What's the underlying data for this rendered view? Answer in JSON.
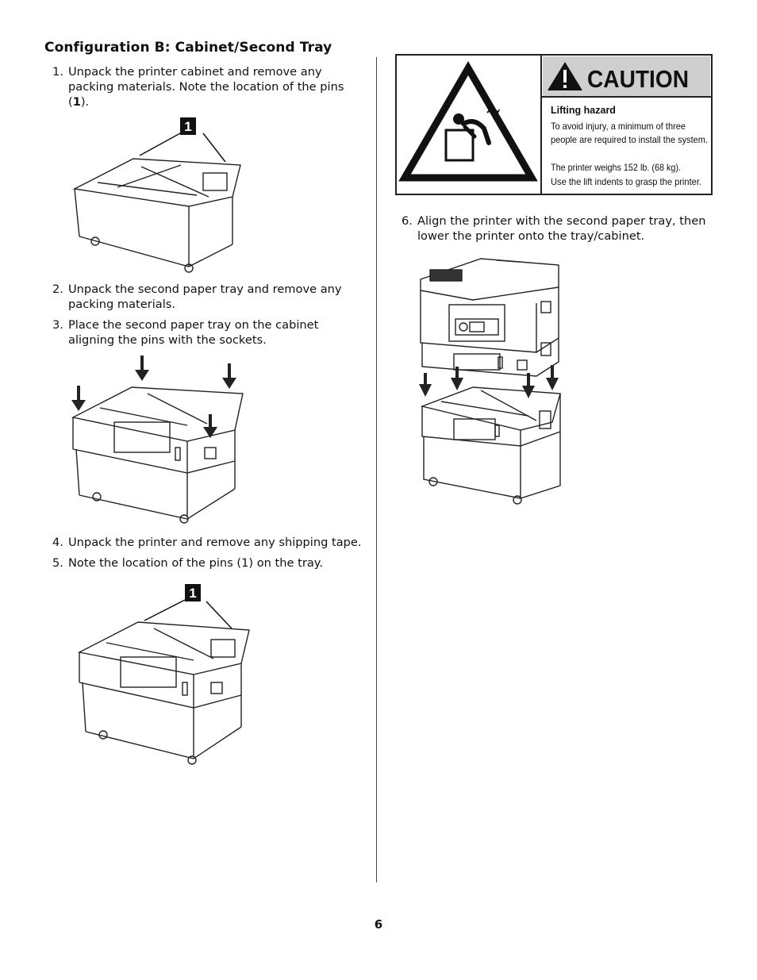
{
  "page": {
    "heading": "Configuration B: Cabinet/Second Tray",
    "page_number": "6"
  },
  "steps": [
    {
      "num": "1.",
      "text_a": "Unpack the printer cabinet and remove any packing materials. Note the location of the pins (",
      "text_bold": "1",
      "text_b": ")."
    },
    {
      "num": "2.",
      "text": "Unpack the second paper tray and remove any packing materials."
    },
    {
      "num": "3.",
      "text": "Place the second paper tray on the cabinet aligning the pins with the sockets."
    },
    {
      "num": "4.",
      "text": "Unpack the printer and remove any shipping tape."
    },
    {
      "num": "5.",
      "text": "Note the location of the pins (1) on the tray."
    },
    {
      "num": "6.",
      "text": "Align the printer with the second paper tray, then lower the printer onto the tray/cabinet."
    }
  ],
  "callouts": {
    "fig1": "1",
    "fig3": "1"
  },
  "caution": {
    "title": "CAUTION",
    "subtitle": "Lifting hazard",
    "line1": "To avoid injury, a minimum of three",
    "line2": "people are required to install the system.",
    "line3": "The printer weighs 152 lb. (68 kg).",
    "line4": "Use the lift indents to grasp the printer."
  },
  "icons": {
    "warning": "exclamation-triangle-icon",
    "hazard": "lifting-hazard-icon"
  }
}
